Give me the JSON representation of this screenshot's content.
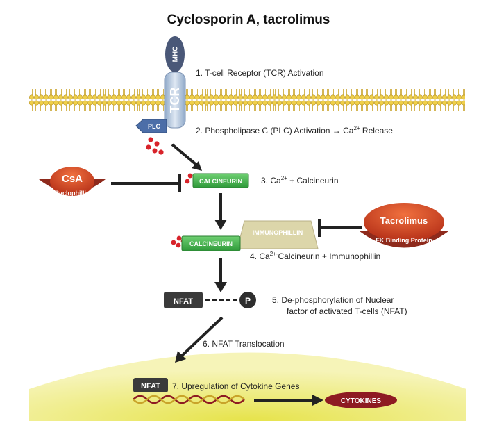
{
  "title": "Cyclosporin A, tacrolimus",
  "labels": {
    "mhc": "MHC",
    "tcr": "TCR",
    "plc": "PLC",
    "calcineurin": "CALCINEURIN",
    "immunophillin": "IMMUNOPHILLIN",
    "nfat": "NFAT",
    "p": "P",
    "cytokines": "CYTOKINES"
  },
  "inhibitors": {
    "csa": {
      "name": "CsA",
      "protein": "Cyclophillin"
    },
    "tacrolimus": {
      "name": "Tacrolimus",
      "protein": "FK Binding Protein"
    }
  },
  "steps": {
    "s1": "1.   T-cell Receptor (TCR) Activation",
    "s2_pre": "2.   Phospholipase C (PLC) Activation → Ca",
    "s2_sup": "2+",
    "s2_post": " Release",
    "s3_pre": "3.   Ca",
    "s3_sup": "2+",
    "s3_post": " + Calcineurin",
    "s4_pre": "4.  Ca",
    "s4_sup": "2+-",
    "s4_post": "Calcineurin + Immunophillin",
    "s5_line1": "5.   De-phosphorylation of Nuclear",
    "s5_line2": "factor of activated T-cells (NFAT)",
    "s6": "6.  NFAT Translocation",
    "s7": "7. Upregulation of Cytokine Genes"
  },
  "colors": {
    "membrane": "#e8c23a",
    "calcineurin": "#3fae49",
    "immunophillin": "#d9d3a6",
    "inhibitor": "#c2421d",
    "nucleus": "#eeea6a",
    "nfat": "#3a3a3a",
    "cytokines": "#8e1b22",
    "calcium": "#d8232a"
  }
}
